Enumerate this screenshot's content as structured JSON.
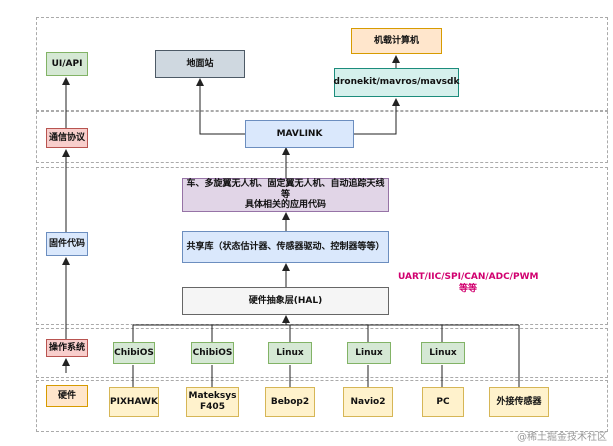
{
  "layers": {
    "ui_api": "UI/API",
    "comm": "通信协议",
    "firmware": "固件代码",
    "os": "操作系统",
    "hardware": "硬件"
  },
  "top": {
    "ground_station": "地面站",
    "onboard_computer": "机载计算机",
    "dronekit": "dronekit/mavros/mavsdk",
    "mavlink": "MAVLINK"
  },
  "firmware_blocks": {
    "app_code": "车、多旋翼无人机、固定翼无人机、自动追踪天线等\n具体相关的应用代码",
    "shared_lib": "共享库（状态估计器、传感器驱动、控制器等等）",
    "hal": "硬件抽象层(HAL)"
  },
  "interface_note": "UART/IIC/SPI/CAN/ADC/PWM\n等等",
  "os_items": [
    "ChibiOS",
    "ChibiOS",
    "Linux",
    "Linux",
    "Linux"
  ],
  "hardware_items": [
    "PIXHAWK",
    "Mateksys\nF405",
    "Bebop2",
    "Navio2",
    "PC",
    "外接传感器"
  ],
  "watermark": "@稀土掘金技术社区"
}
